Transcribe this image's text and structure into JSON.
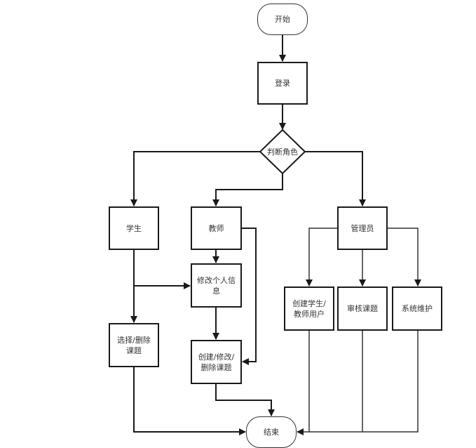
{
  "diagram": {
    "type": "flowchart",
    "nodes": {
      "start": "开始",
      "login": "登录",
      "decision": "判断角色",
      "student": "学生",
      "teacher": "教师",
      "admin": "管理员",
      "edit_profile": "修改个人信息",
      "select_delete_topic": "选择/删除课题",
      "create_modify_delete_topic": "创建/修改/删除课题",
      "create_users": "创建学生/教师用户",
      "review_topic": "审核课题",
      "system_maintenance": "系统维护",
      "end": "结束"
    },
    "edges": [
      [
        "start",
        "login"
      ],
      [
        "login",
        "decision"
      ],
      [
        "decision",
        "student"
      ],
      [
        "decision",
        "teacher"
      ],
      [
        "decision",
        "admin"
      ],
      [
        "student",
        "edit_profile"
      ],
      [
        "student",
        "select_delete_topic"
      ],
      [
        "teacher",
        "edit_profile"
      ],
      [
        "teacher",
        "create_modify_delete_topic"
      ],
      [
        "edit_profile",
        "create_modify_delete_topic"
      ],
      [
        "select_delete_topic",
        "end"
      ],
      [
        "create_modify_delete_topic",
        "end"
      ],
      [
        "admin",
        "create_users"
      ],
      [
        "admin",
        "review_topic"
      ],
      [
        "admin",
        "system_maintenance"
      ],
      [
        "create_users",
        "end"
      ],
      [
        "review_topic",
        "end"
      ],
      [
        "system_maintenance",
        "end"
      ]
    ],
    "colors": {
      "stroke": "#1a1a1a",
      "text": "#333333",
      "background": "#ffffff"
    }
  }
}
